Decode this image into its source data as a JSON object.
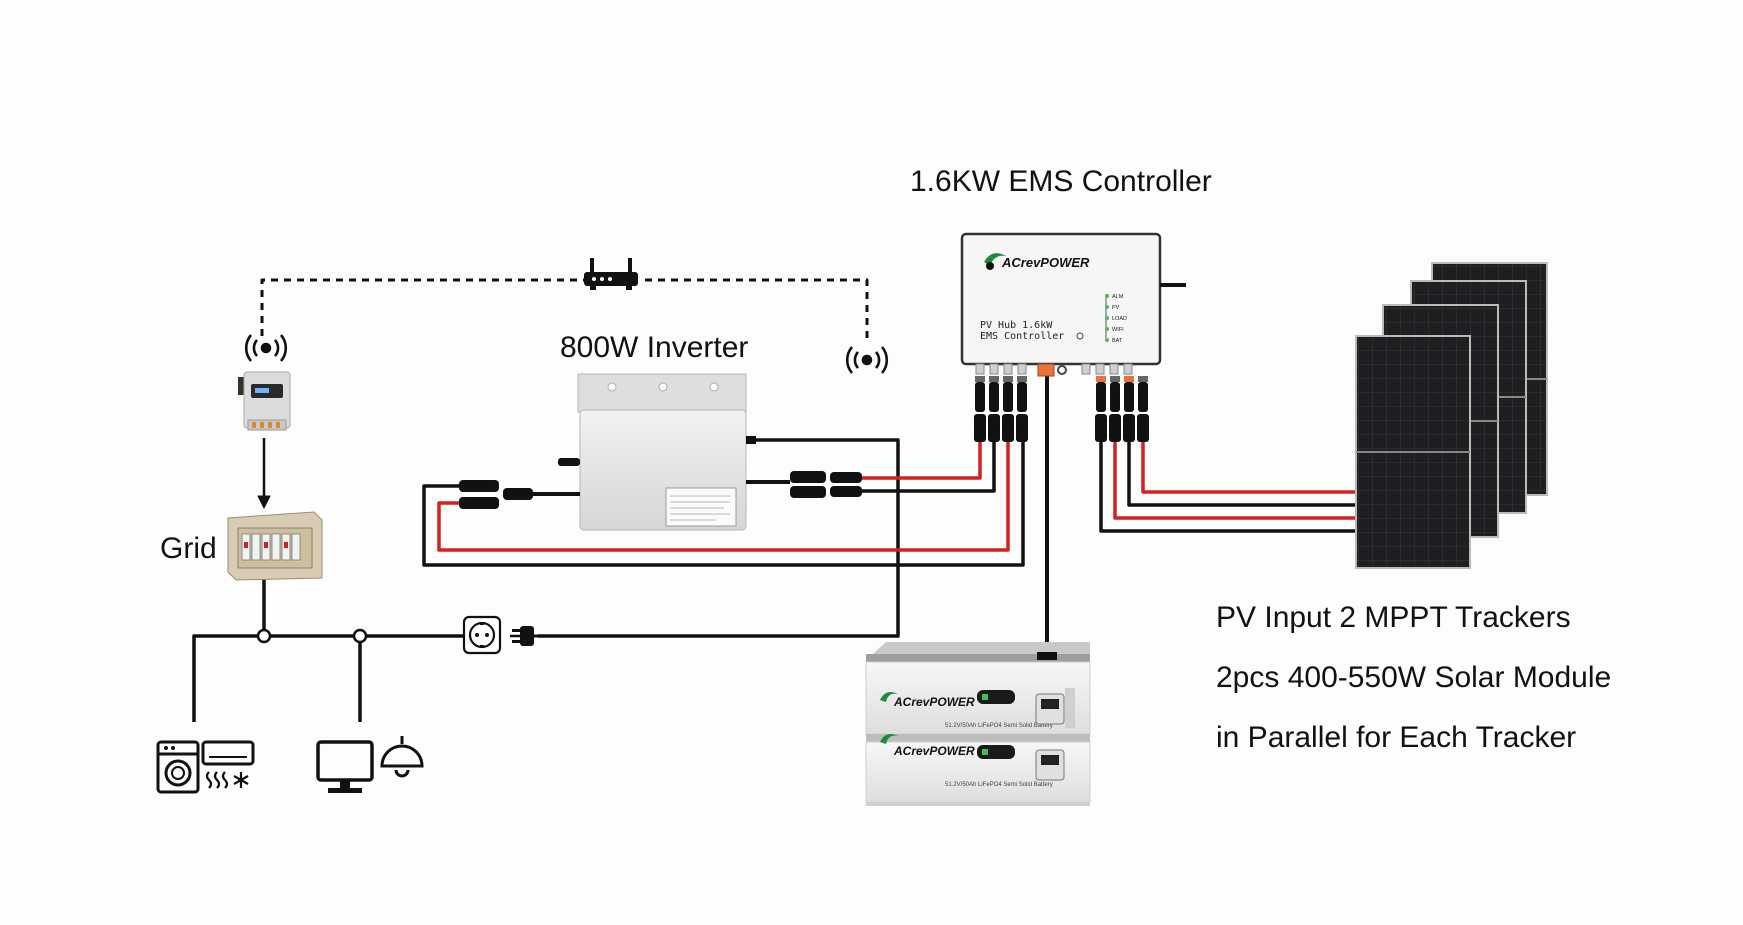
{
  "labels": {
    "ems_controller": "1.6KW EMS Controller",
    "inverter": "800W Inverter",
    "grid": "Grid",
    "pv_line1": "PV Input 2 MPPT Trackers",
    "pv_line2": "2pcs 400-550W Solar Module",
    "pv_line3": "in Parallel for Each Tracker"
  },
  "ems_box": {
    "brand": "ACrevPOWER",
    "model_line1": "PV Hub 1.6kW",
    "model_line2": "EMS Controller",
    "leds": [
      "ALM",
      "PV",
      "LOAD",
      "WIFI",
      "BAT"
    ]
  },
  "battery": {
    "brand": "ACrevPOWER",
    "spec": "51.2V/50Ah LiFePO4 Semi Solid Battery"
  },
  "colors": {
    "positive_wire": "#d42020",
    "negative_wire": "#111111",
    "device_body": "#e9e9e9",
    "panel": "#1c1c1e",
    "brand_green": "#1f8a3a"
  },
  "icons": [
    "router-icon",
    "wifi-signal-icon",
    "smart-meter-icon",
    "distribution-box-icon",
    "socket-icon",
    "plug-icon",
    "washing-machine-icon",
    "air-conditioner-icon",
    "computer-monitor-icon",
    "ceiling-lamp-icon"
  ]
}
